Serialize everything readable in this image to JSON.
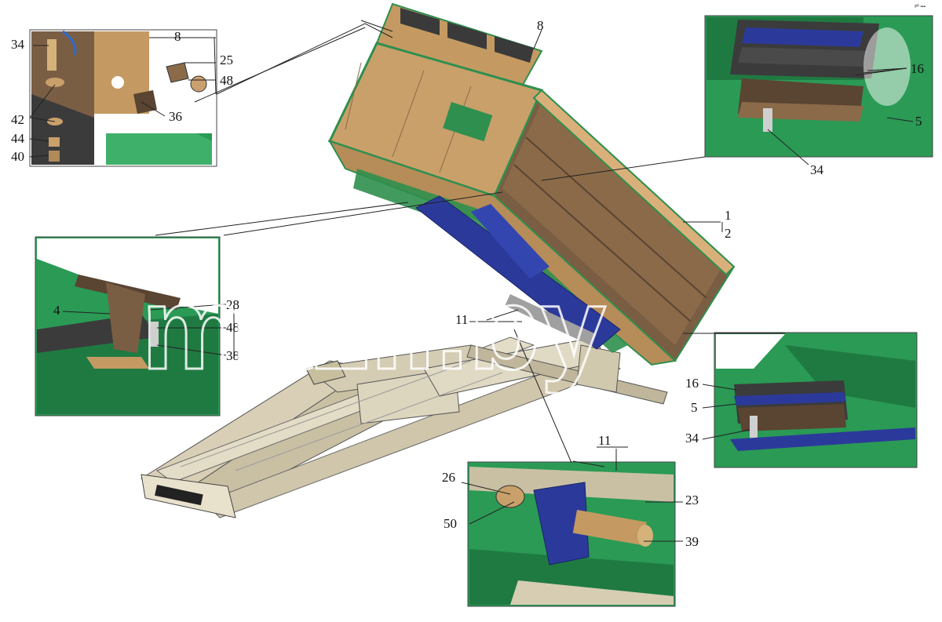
{
  "watermark": "mazil.by",
  "corner_mark": "ᵍᴵᴮ ▪▪▪",
  "callouts": {
    "inset_top_left": [
      "34",
      "8",
      "25",
      "48",
      "42",
      "36",
      "44",
      "40"
    ],
    "dump_body": [
      "8",
      "1",
      "2",
      "11"
    ],
    "inset_top_right": [
      "16",
      "5",
      "34"
    ],
    "inset_mid_left": [
      "4",
      "28",
      "48",
      "38"
    ],
    "inset_mid_right": [
      "16",
      "5",
      "34"
    ],
    "inset_bottom": [
      "11",
      "26",
      "23",
      "50",
      "39"
    ]
  },
  "colors": {
    "body_tan": "#c49a62",
    "body_dark": "#8a6a48",
    "frame_green": "#2f8f4e",
    "chassis": "#d6cdb3",
    "inset_green": "#2a9a55",
    "cylinder_blue": "#2b3a9a"
  }
}
